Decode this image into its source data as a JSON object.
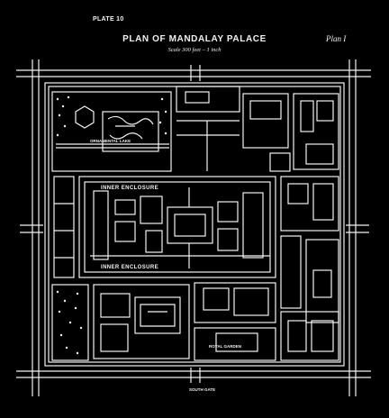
{
  "header": {
    "plate": "PLATE 10",
    "title": "PLAN OF MANDALAY PALACE",
    "scale": "Scale 300 feet – 1 inch",
    "plan_no": "Plan I"
  },
  "labels": {
    "ornamental_lake": "ORNAMENTAL LAKE",
    "inner_enclosure_top": "INNER ENCLOSURE",
    "inner_enclosure_bottom": "INNER ENCLOSURE",
    "south_gate": "SOUTH GATE",
    "royal_garden": "ROYAL GARDEN"
  },
  "colors": {
    "background": "#000000",
    "lines": "#f2f2f2"
  }
}
